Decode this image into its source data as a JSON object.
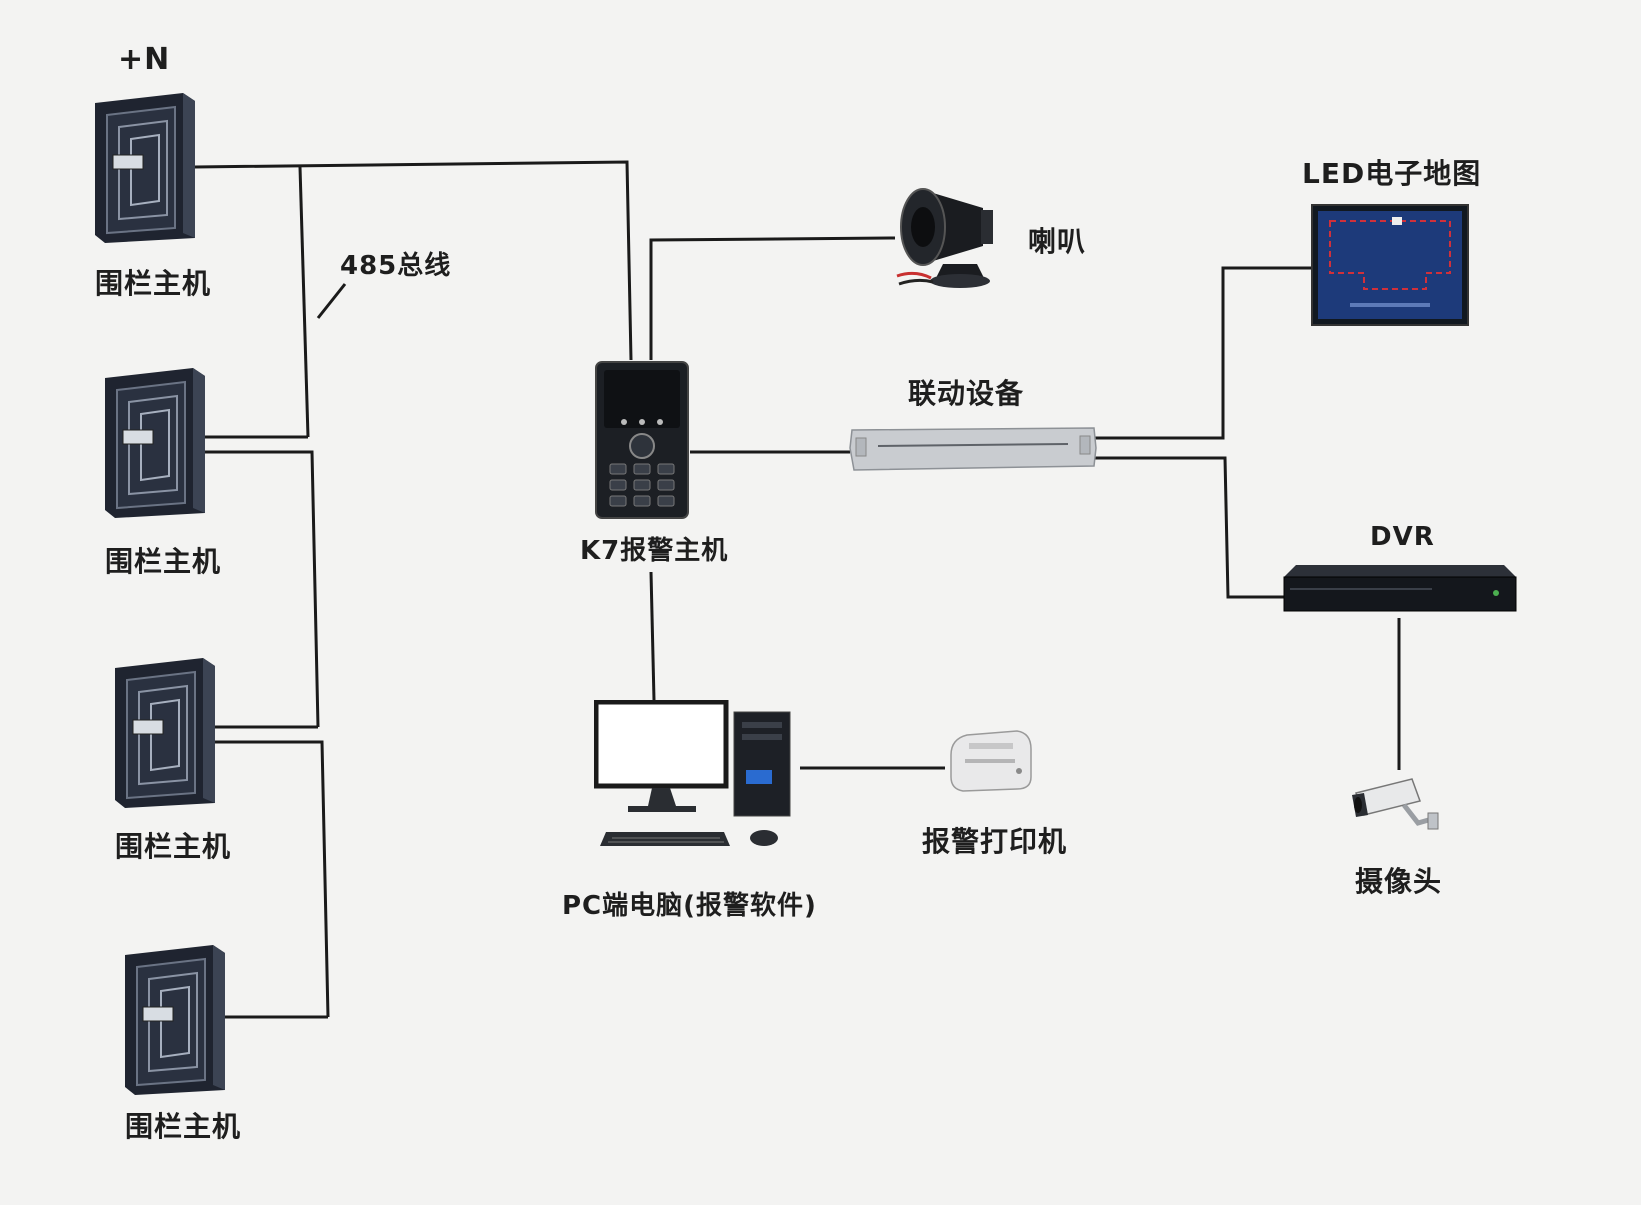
{
  "labels": {
    "plus_n": "+N",
    "bus": "485总线",
    "fence_host_1": "围栏主机",
    "fence_host_2": "围栏主机",
    "fence_host_3": "围栏主机",
    "fence_host_4": "围栏主机",
    "k7_alarm_host": "K7报警主机",
    "pc": "PC端电脑(报警软件)",
    "alarm_printer": "报警打印机",
    "speaker": "喇叭",
    "linkage_device": "联动设备",
    "led_map": "LED电子地图",
    "dvr": "DVR",
    "camera": "摄像头"
  },
  "colors": {
    "line": "#1a1a1a",
    "device_dark": "#1f2430",
    "device_steel": "#c9ccd0",
    "led_screen": "#1d3a7a",
    "led_track": "#d0303a"
  },
  "icons": {
    "fence_host": "fence-host-icon",
    "k7": "keypad-alarm-icon",
    "speaker": "horn-speaker-icon",
    "linkage": "rack-device-icon",
    "led": "led-map-icon",
    "dvr": "dvr-icon",
    "camera": "cctv-camera-icon",
    "pc": "desktop-pc-icon",
    "printer": "thermal-printer-icon"
  }
}
